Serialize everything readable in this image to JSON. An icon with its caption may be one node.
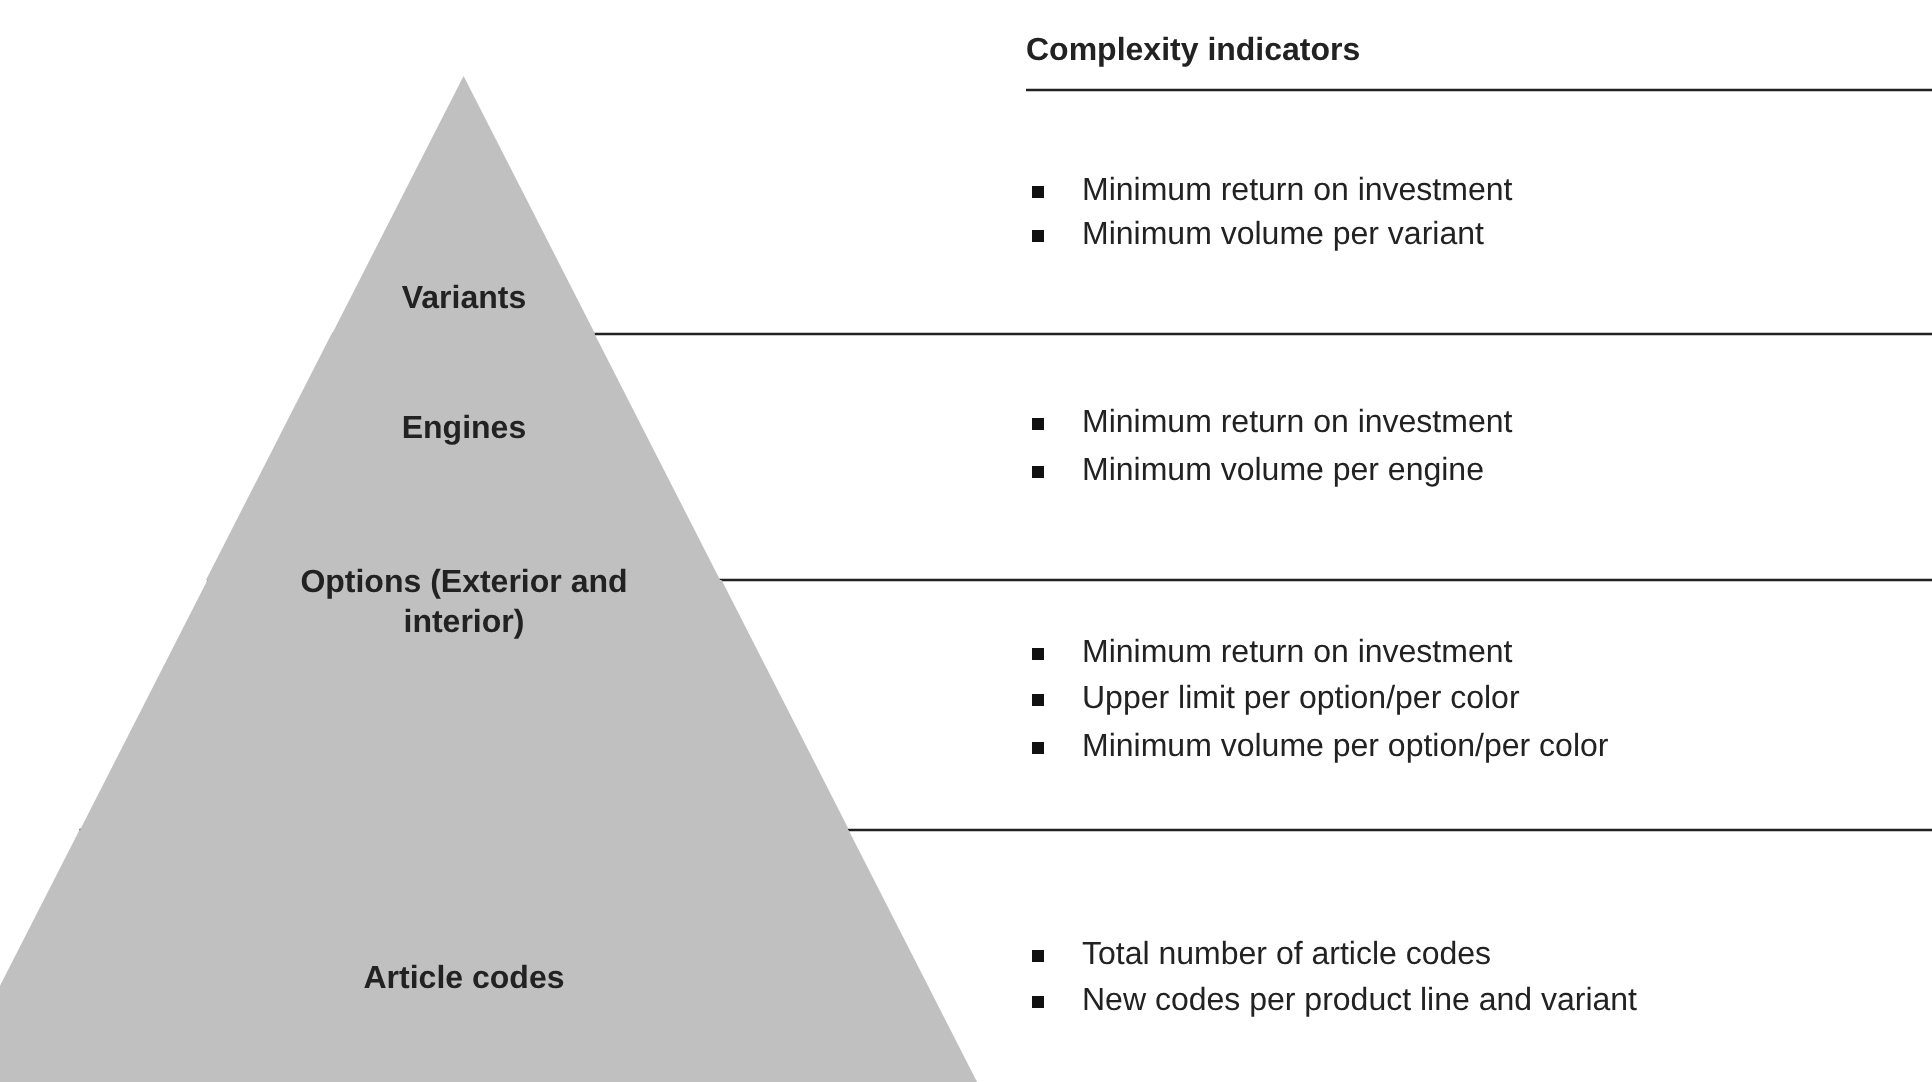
{
  "diagram": {
    "nodes": [
      {
        "text": [
          "Variants"
        ],
        "beside": [
          "Minimum return on investment",
          "Minimum volume per variant"
        ]
      },
      {
        "text": [
          "Engines"
        ],
        "beside": [
          "Minimum return on investment",
          "Minimum volume per engine"
        ]
      },
      {
        "text": [
          "Options (Exterior and interior)"
        ],
        "beside": [
          "Minimum return on investment",
          "Upper limit per option/per color",
          "Minimum volume per option/per color"
        ]
      },
      {
        "text": [
          "Article codes"
        ],
        "beside": [
          "Total number of article codes",
          "New codes per product line and variant"
        ]
      }
    ],
    "edges": [],
    "labels": [
      "Complexity indicators"
    ]
  }
}
